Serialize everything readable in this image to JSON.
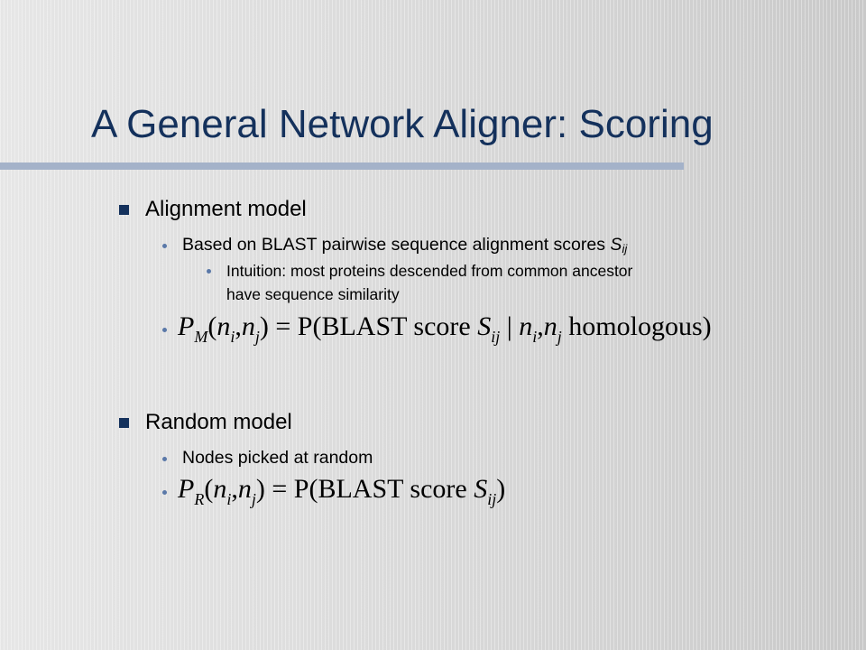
{
  "slide": {
    "title": "A General Network Aligner: Scoring",
    "colors": {
      "title": "#14315c",
      "rule": "#a4b2c9",
      "bullet_square": "#14315c",
      "bullet_dot": "#5a78a8"
    },
    "sections": [
      {
        "heading": "Alignment model",
        "bullets": [
          {
            "text": "Based on BLAST pairwise sequence alignment scores ",
            "var": "S",
            "sub": "ij"
          },
          {
            "subbullet_line1": "Intuition: most proteins descended from common ancestor",
            "subbullet_line2": "have sequence similarity"
          }
        ],
        "equation": {
          "lhs_var": "P",
          "lhs_sub": "M",
          "args_open": "(",
          "n1": "n",
          "n1_sub": "i",
          "comma": ",",
          "n2": "n",
          "n2_sub": "j",
          "args_close": ")",
          "eq": " = ",
          "rhs_fn": "P(BLAST score ",
          "rhs_var": "S",
          "rhs_sub": "ij",
          "rhs_bar": " | ",
          "rhs_tail": " homologous)"
        }
      },
      {
        "heading": "Random model",
        "bullets": [
          {
            "text": "Nodes picked at random"
          }
        ],
        "equation": {
          "lhs_var": "P",
          "lhs_sub": "R",
          "args_open": "(",
          "n1": "n",
          "n1_sub": "i",
          "comma": ",",
          "n2": "n",
          "n2_sub": "j",
          "args_close": ")",
          "eq": " = ",
          "rhs_fn": "P(BLAST score ",
          "rhs_var": "S",
          "rhs_sub": "ij",
          "rhs_tail": ")"
        }
      }
    ]
  }
}
